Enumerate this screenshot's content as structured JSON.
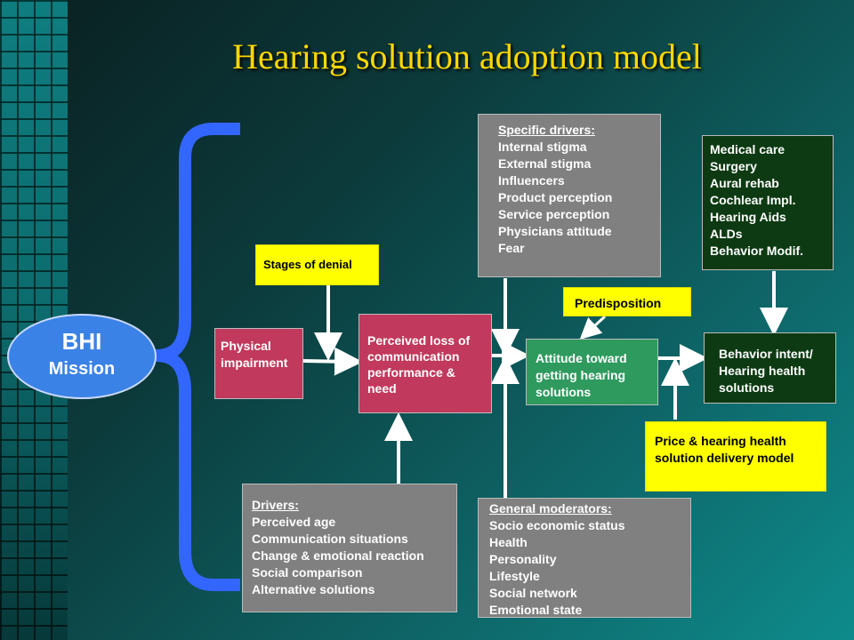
{
  "title": "Hearing solution adoption model",
  "bhi": {
    "line1": "BHI",
    "line2": "Mission"
  },
  "stages_of_denial": "Stages of denial",
  "predisposition": "Predisposition",
  "physical_impairment": [
    "Physical",
    "impairment"
  ],
  "perceived_loss": [
    "Perceived loss of",
    "communication",
    "performance &",
    "need"
  ],
  "attitude": [
    "Attitude toward",
    "getting hearing",
    "solutions"
  ],
  "behavior_intent": [
    "Behavior intent/",
    "Hearing health",
    "solutions"
  ],
  "price_model": [
    "Price & hearing health",
    "solution delivery model"
  ],
  "specific_drivers": {
    "heading": "Specific drivers:",
    "items": [
      "Internal stigma",
      "External stigma",
      "Influencers",
      "Product perception",
      "Service perception",
      "Physicians attitude",
      "Fear"
    ]
  },
  "medical_care": {
    "items": [
      "Medical care",
      "Surgery",
      "Aural rehab",
      "Cochlear Impl.",
      "Hearing Aids",
      "ALDs",
      "Behavior Modif."
    ]
  },
  "drivers": {
    "heading": "Drivers:",
    "items": [
      "Perceived age",
      "Communication situations",
      "Change & emotional reaction",
      "Social comparison",
      "Alternative solutions"
    ]
  },
  "general_moderators": {
    "heading": "General moderators:",
    "items": [
      "Socio economic status",
      "Health",
      "Personality",
      "Lifestyle",
      "Social network",
      "Emotional state"
    ]
  },
  "colors": {
    "title": "#ffd800",
    "bracket": "#3366ff",
    "arrow": "#ffffff"
  }
}
